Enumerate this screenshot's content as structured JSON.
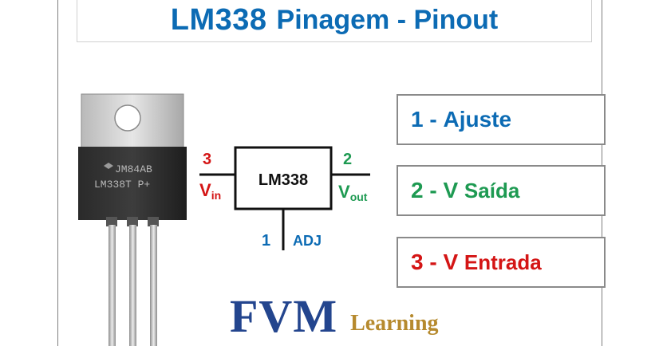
{
  "title": {
    "main": "LM338",
    "sub": "Pinagem - Pinout"
  },
  "chip": {
    "marking_line1": "JM84AB",
    "marking_line2": "LM338T P+"
  },
  "schematic": {
    "ic_label": "LM338",
    "pin_vin_number": "3",
    "pin_vin_label": "V",
    "pin_vin_sub": "in",
    "pin_vout_number": "2",
    "pin_vout_label": "V",
    "pin_vout_sub": "out",
    "pin_adj_number": "1",
    "pin_adj_label": "ADJ"
  },
  "legend": [
    {
      "num": "1 - ",
      "label": "Ajuste"
    },
    {
      "num": "2 - V ",
      "label": "Saída"
    },
    {
      "num": "3 - V ",
      "label": "Entrada"
    }
  ],
  "brand": {
    "name": "FVM",
    "tagline": "Learning"
  },
  "colors": {
    "blue": "#0c6bb4",
    "green": "#1e9a52",
    "red": "#d41515",
    "brand_blue": "#23458e",
    "brand_gold": "#b68a2e"
  }
}
